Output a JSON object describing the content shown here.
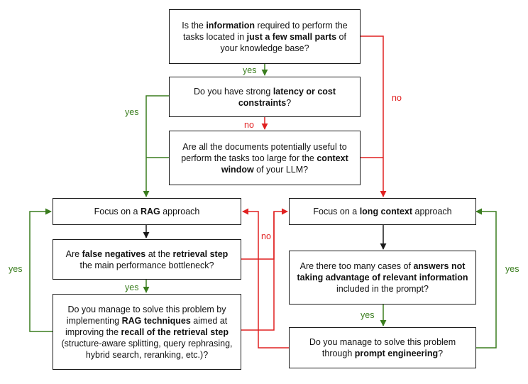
{
  "colors": {
    "yes": "#3a7d1e",
    "no": "#e02020",
    "line": "#1a1a1a"
  },
  "nodes": {
    "q_info": {
      "parts": [
        {
          "t": "Is the "
        },
        {
          "t": "information",
          "b": true
        },
        {
          "t": " required to perform the tasks located in "
        },
        {
          "t": "just a few small parts",
          "b": true
        },
        {
          "t": " of your knowledge base?"
        }
      ]
    },
    "q_latency": {
      "parts": [
        {
          "t": "Do you have strong "
        },
        {
          "t": "latency or cost constraints",
          "b": true
        },
        {
          "t": "?"
        }
      ]
    },
    "q_docs": {
      "parts": [
        {
          "t": "Are all the documents potentially useful to perform the tasks too large for the "
        },
        {
          "t": "context window",
          "b": true
        },
        {
          "t": " of your LLM?"
        }
      ]
    },
    "rag": {
      "parts": [
        {
          "t": "Focus on a "
        },
        {
          "t": "RAG",
          "b": true
        },
        {
          "t": " approach"
        }
      ]
    },
    "long_ctx": {
      "parts": [
        {
          "t": "Focus on a "
        },
        {
          "t": "long context",
          "b": true
        },
        {
          "t": " approach"
        }
      ]
    },
    "q_false_neg": {
      "parts": [
        {
          "t": "Are "
        },
        {
          "t": "false negatives",
          "b": true
        },
        {
          "t": " at the "
        },
        {
          "t": "retrieval step",
          "b": true
        },
        {
          "t": " the main performance bottleneck?"
        }
      ]
    },
    "q_rag_tech": {
      "parts": [
        {
          "t": "Do you manage to solve this problem by implementing "
        },
        {
          "t": "RAG techniques",
          "b": true
        },
        {
          "t": " aimed at improving the "
        },
        {
          "t": "recall of the retrieval step",
          "b": true
        },
        {
          "t": " (structure-aware splitting, query rephrasing, hybrid search, reranking, etc.)?"
        }
      ]
    },
    "q_answers": {
      "parts": [
        {
          "t": "Are there too many cases of "
        },
        {
          "t": "answers not taking advantage of relevant information",
          "b": true
        },
        {
          "t": " included in the prompt?"
        }
      ]
    },
    "q_prompt": {
      "parts": [
        {
          "t": "Do you manage to solve this problem through "
        },
        {
          "t": "prompt engineering",
          "b": true
        },
        {
          "t": "?"
        }
      ]
    }
  },
  "labels": {
    "info_to_latency": "yes",
    "info_to_long": "no",
    "latency_to_rag": "yes",
    "latency_to_docs": "no",
    "rag_tech_to_rag": "yes",
    "false_neg_to_tech": "yes",
    "long_ctx_loop_to_rag": "no",
    "answers_to_prompt": "yes",
    "prompt_to_long": "yes"
  }
}
